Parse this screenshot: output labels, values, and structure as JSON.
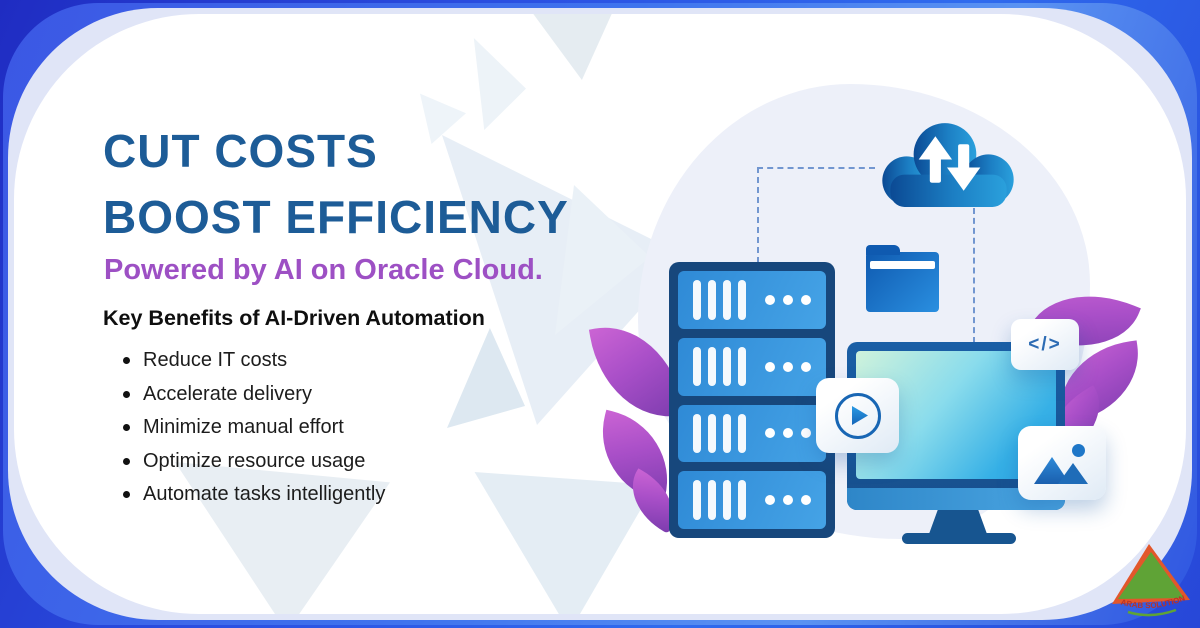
{
  "title": {
    "line1": "CUT COSTS",
    "line2": "BOOST EFFICIENCY"
  },
  "subtitle": "Powered by AI on Oracle Cloud.",
  "benefits": {
    "heading": "Key Benefits of AI-Driven Automation",
    "items": [
      "Reduce IT costs",
      "Accelerate delivery",
      "Minimize manual effort",
      "Optimize resource usage",
      "Automate tasks intelligently"
    ]
  },
  "illustration": {
    "code_card_label": "</>",
    "icons": [
      "cloud-upload-download-icon",
      "folder-icon",
      "server-rack-icon",
      "monitor-icon",
      "play-icon",
      "code-icon",
      "image-icon",
      "leaf-decoration"
    ]
  },
  "logo": {
    "text": "ARAB SOLUTIONS"
  },
  "colors": {
    "title_blue": "#1d5c97",
    "subtitle_purple": "#9d50c4",
    "frame_blue_dark": "#1f2cc2",
    "frame_blue_light": "#3f74ee",
    "frame_lavender": "#e0e5f7",
    "illustration_blue": "#2196f3",
    "illustration_navy": "#17477c",
    "leaf_purple": "#a94fc8",
    "logo_green": "#5fa336",
    "logo_orange": "#e2572b"
  }
}
